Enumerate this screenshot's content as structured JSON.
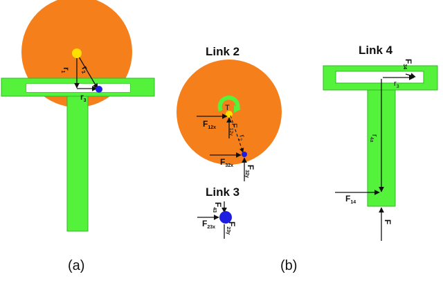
{
  "colors": {
    "disk": "#f47f1b",
    "green": "#55f23c",
    "green_border": "#2fb826",
    "yellow": "#ffdf00",
    "blue": "#1e1ee0",
    "stroke": "#111111"
  },
  "titles": {
    "link2": "Link 2",
    "link3": "Link 3",
    "link4": "Link 4"
  },
  "captions": {
    "a": "(a)",
    "b": "(b)"
  },
  "panel_a": {
    "r2_main": "r",
    "r2_sub": "2",
    "r3_main": "r",
    "r3_sub": "3",
    "r1_main": "r",
    "r1_sub": "1"
  },
  "link2": {
    "t_label": "T",
    "f12x_main": "F",
    "f12x_sub": "12x",
    "f12y_main": "F",
    "f12y_sub": "12y",
    "f32x_main": "F",
    "f32x_sub": "32x",
    "f32y_main": "F",
    "f32y_sub": "32y",
    "r2_main": "r",
    "r2_sub": "2"
  },
  "link3": {
    "f23x_main": "F",
    "f23x_sub": "23x",
    "f43_main": "F",
    "f43_sub": "43",
    "f23y_main": "F",
    "f23y_sub": "23y"
  },
  "link4": {
    "f34_main": "F",
    "f34_sub": "34",
    "r3_main": "r",
    "r3_sub": "3",
    "r4a_main": "r",
    "r4a_sub": "4a",
    "f14_main": "F",
    "f14_sub": "14",
    "f_main": "F"
  }
}
